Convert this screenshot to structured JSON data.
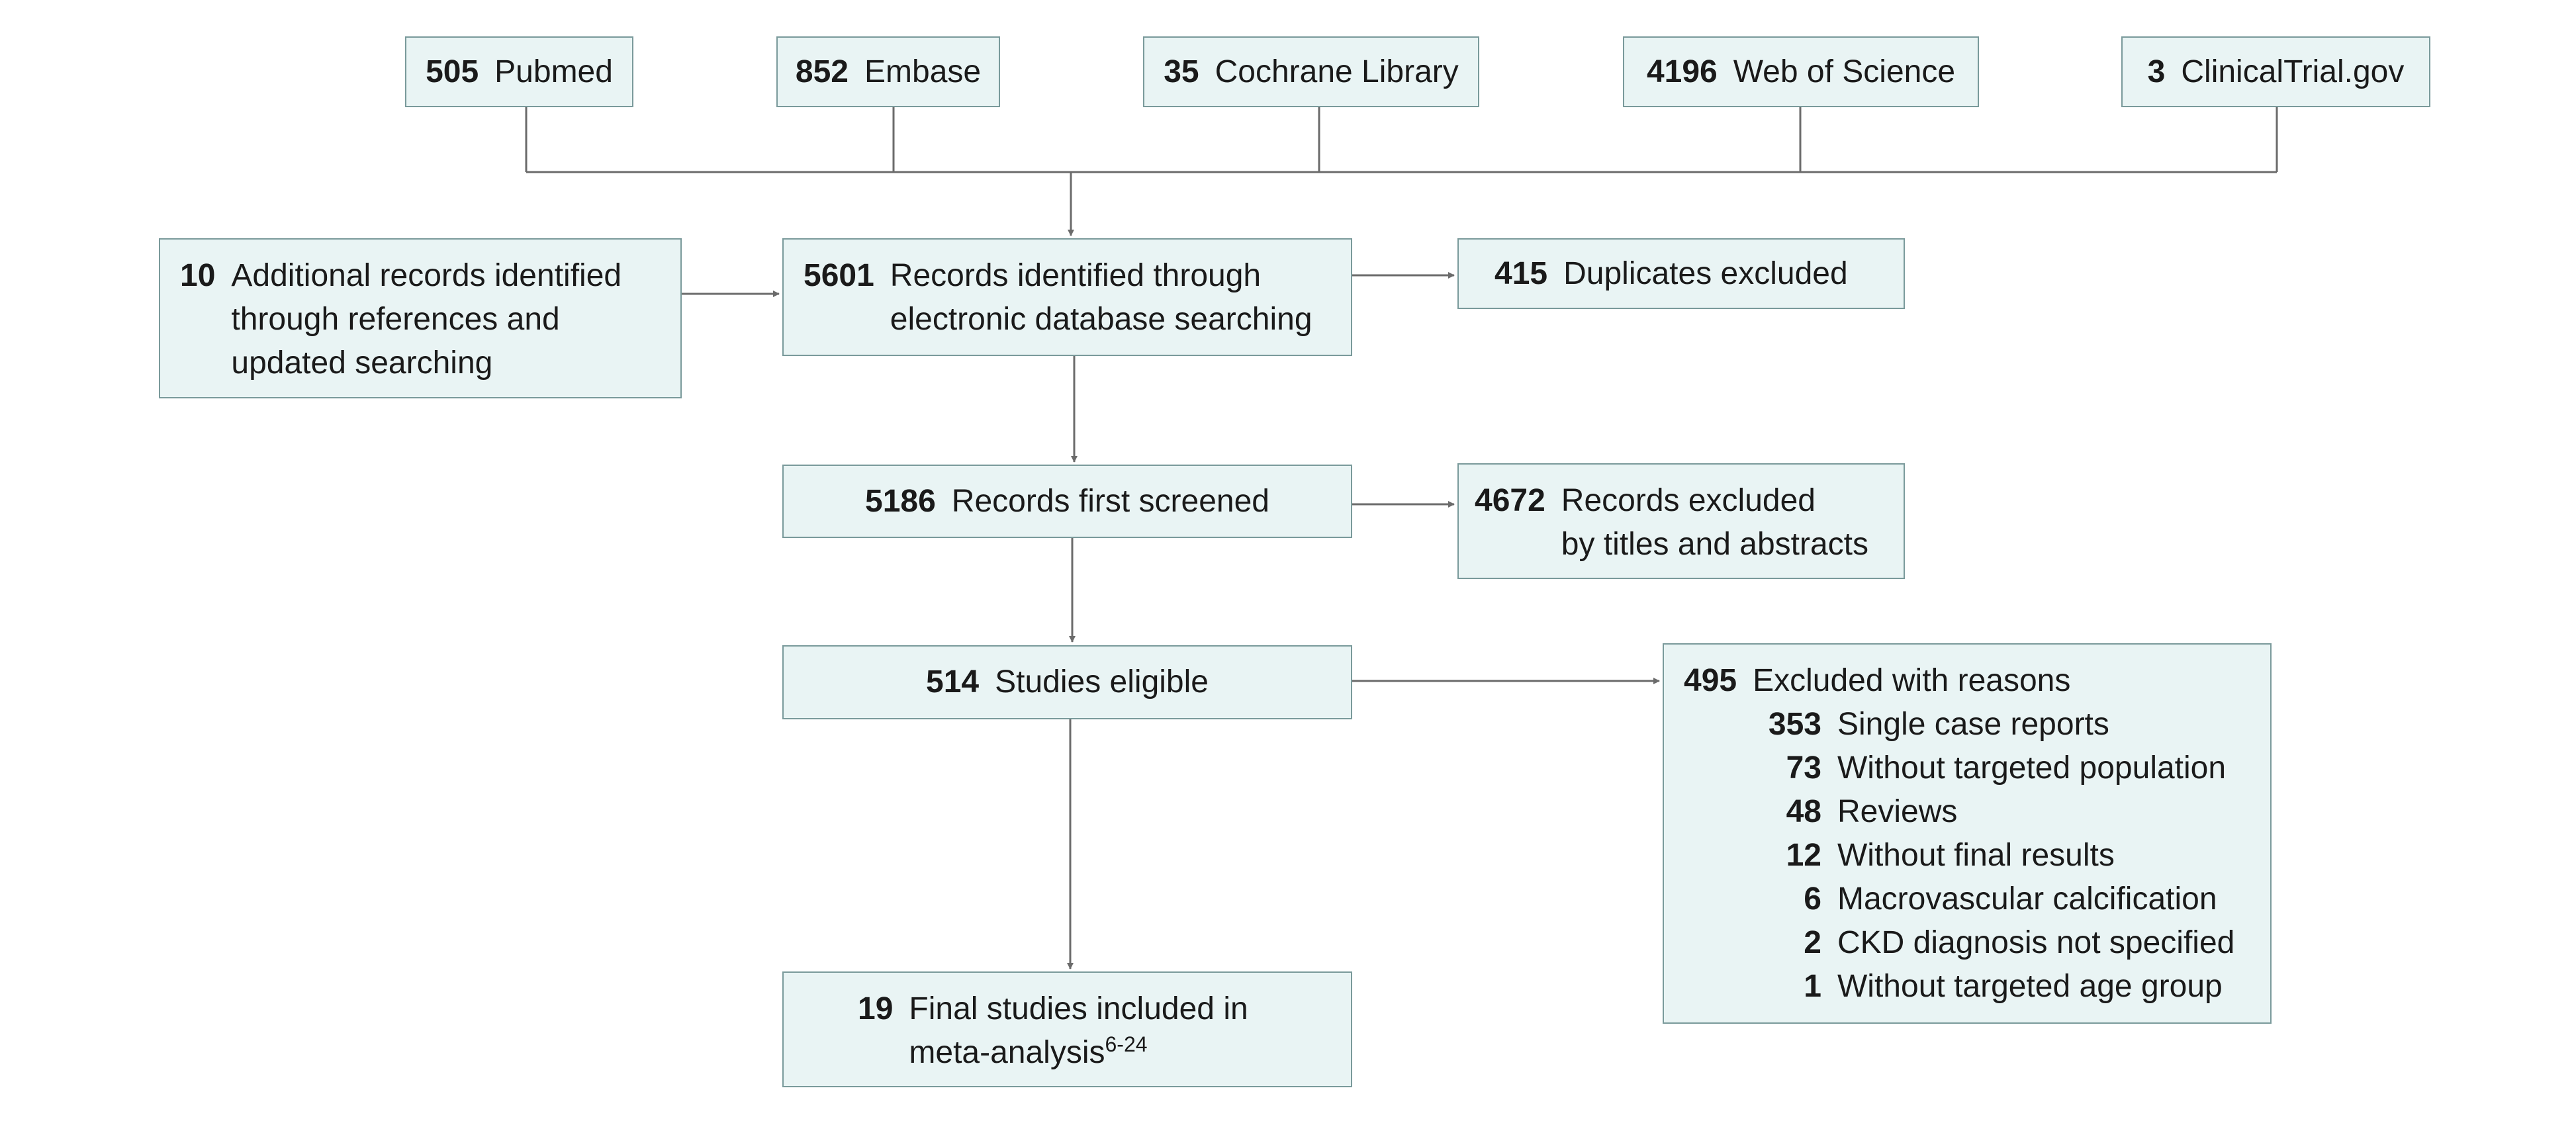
{
  "sources": [
    {
      "count": "505",
      "label": "Pubmed"
    },
    {
      "count": "852",
      "label": "Embase"
    },
    {
      "count": "35",
      "label": "Cochrane Library"
    },
    {
      "count": "4196",
      "label": "Web of Science"
    },
    {
      "count": "3",
      "label": "ClinicalTrial.gov"
    }
  ],
  "additional": {
    "count": "10",
    "lines": [
      "Additional records identified",
      "through references and",
      "updated searching"
    ]
  },
  "identified": {
    "count": "5601",
    "lines": [
      "Records identified through",
      "electronic database searching"
    ]
  },
  "duplicates": {
    "count": "415",
    "label": "Duplicates excluded"
  },
  "screened": {
    "count": "5186",
    "label": "Records first screened"
  },
  "excluded_titles": {
    "count": "4672",
    "lines": [
      "Records excluded",
      "by titles and abstracts"
    ]
  },
  "eligible": {
    "count": "514",
    "label": "Studies eligible"
  },
  "excluded_reasons": {
    "count": "495",
    "label": "Excluded with reasons",
    "items": [
      {
        "count": "353",
        "label": "Single case reports"
      },
      {
        "count": "73",
        "label": "Without targeted population"
      },
      {
        "count": "48",
        "label": "Reviews"
      },
      {
        "count": "12",
        "label": "Without final results"
      },
      {
        "count": "6",
        "label": "Macrovascular calcification"
      },
      {
        "count": "2",
        "label": "CKD diagnosis not specified"
      },
      {
        "count": "1",
        "label": "Without targeted age group"
      }
    ]
  },
  "final": {
    "count": "19",
    "lines": [
      "Final studies included in",
      "meta-analysis"
    ],
    "superscript": "6-24"
  },
  "colors": {
    "box_fill": "#e9f4f4",
    "box_border": "#7a9a9b",
    "connector": "#6b6b6b"
  }
}
